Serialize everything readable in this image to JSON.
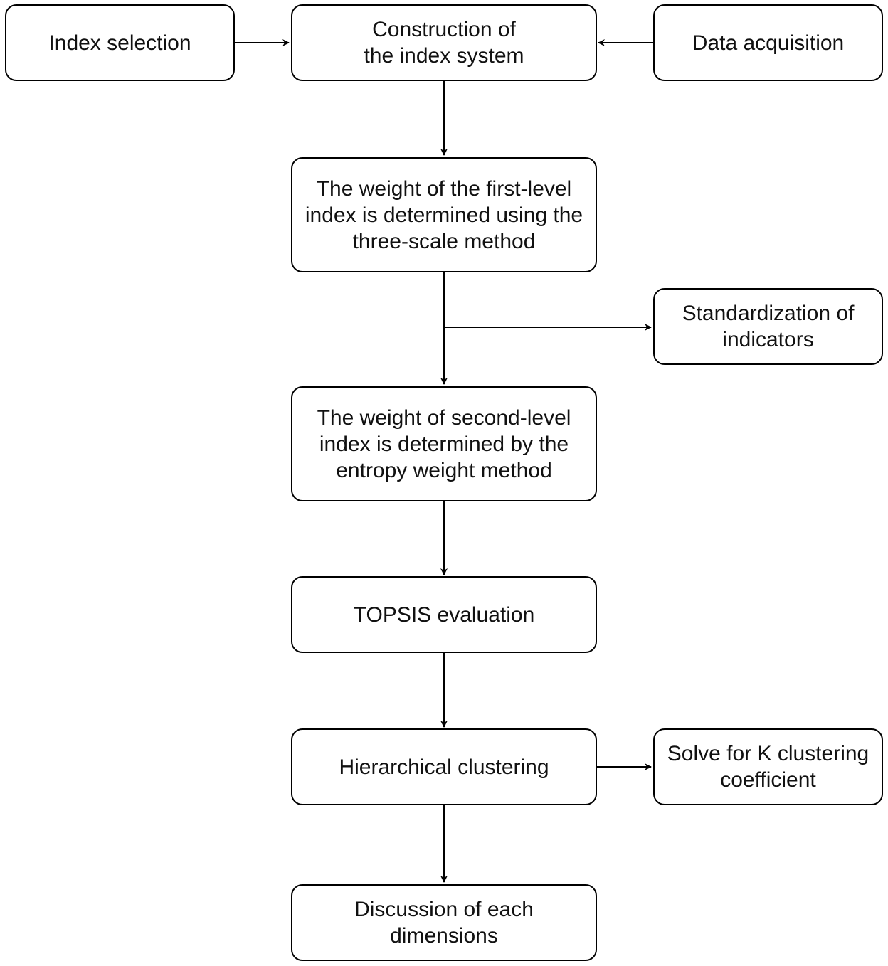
{
  "nodes": {
    "index_selection": "Index selection",
    "construction": "Construction of\nthe index system",
    "data_acquisition": "Data acquisition",
    "first_level_weight": "The weight of the first-level\nindex is determined using the\nthree-scale method",
    "standardization": "Standardization of\nindicators",
    "second_level_weight": "The weight of second-level\nindex is determined by the\nentropy weight method",
    "topsis": "TOPSIS evaluation",
    "hierarchical_clustering": "Hierarchical clustering",
    "k_clustering": "Solve for K clustering\ncoefficient",
    "discussion": "Discussion of each\ndimensions"
  }
}
